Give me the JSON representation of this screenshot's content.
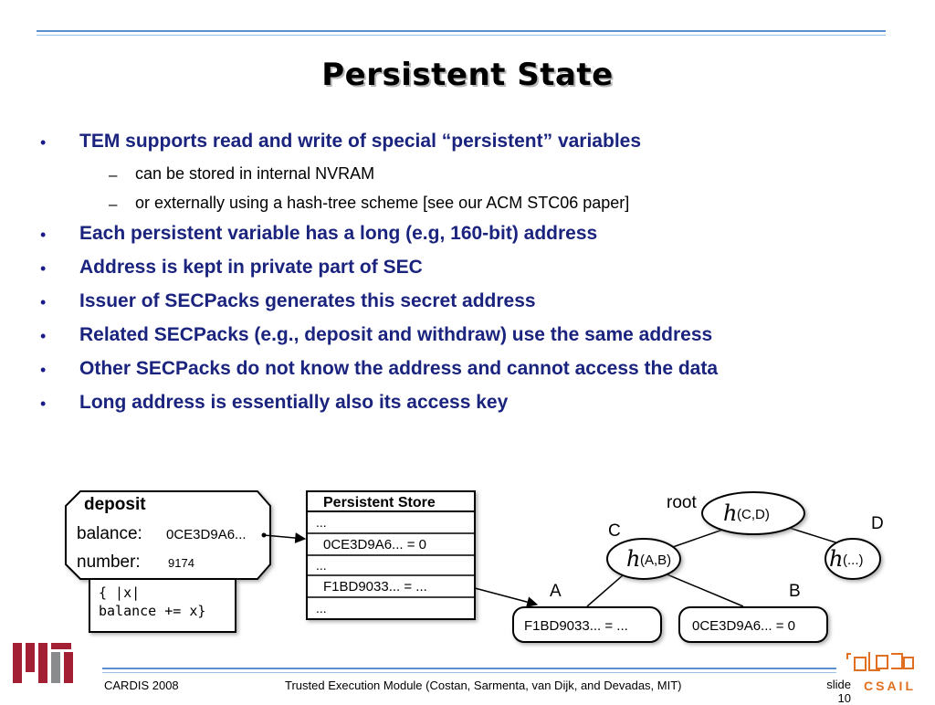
{
  "slide": {
    "title": "Persistent State",
    "bullets": [
      {
        "text": "TEM supports read and write of special “persistent” variables",
        "subs": [
          "can be stored in internal NVRAM",
          "or externally using a hash-tree scheme [see our ACM STC06 paper]"
        ]
      },
      {
        "text": "Each persistent variable has a long (e.g, 160-bit) address"
      },
      {
        "text": "Address is kept in private part of SEC"
      },
      {
        "text": "Issuer of SECPacks generates this secret address"
      },
      {
        "text": "Related SECPacks (e.g., deposit and withdraw) use the same address"
      },
      {
        "text": "Other SECPacks do not know the address and cannot access the data"
      },
      {
        "text": "Long address is essentially also its access key"
      }
    ],
    "bullet_glyph": "•",
    "sub_glyph": "–"
  },
  "diagram": {
    "deposit": {
      "title": "deposit",
      "balance_label": "balance:",
      "balance_value": "0CE3D9A6...",
      "number_label": "number:",
      "number_value": "9174",
      "code_line1": "{ |x|",
      "code_line2": "balance += x}"
    },
    "store": {
      "header": "Persistent Store",
      "rows": [
        "...",
        "0CE3D9A6... = 0",
        "...",
        "F1BD9033... = ...",
        "..."
      ]
    },
    "tree": {
      "root_label": "root",
      "root_hash": "(C,D)",
      "node_c_label": "C",
      "node_c_hash": "(A,B)",
      "node_d_label": "D",
      "node_d_hash": "(...)",
      "leaf_a_label": "A",
      "leaf_a_value": "F1BD9033... = ...",
      "leaf_b_label": "B",
      "leaf_b_value": "0CE3D9A6... = 0",
      "hash_symbol": "h"
    }
  },
  "footer": {
    "left": "CARDIS 2008",
    "center": "Trusted Execution Module (Costan, Sarmenta, van Dijk, and Devadas, MIT)",
    "slide_label": "slide",
    "slide_number": "10"
  },
  "logos": {
    "csail_text": "CSAIL"
  },
  "colors": {
    "bullet_text": "#1a237e",
    "rule": "#5b8fd0",
    "mit_red": "#a31f34",
    "mit_gray": "#8a8b8c",
    "csail_orange": "#e07020"
  }
}
